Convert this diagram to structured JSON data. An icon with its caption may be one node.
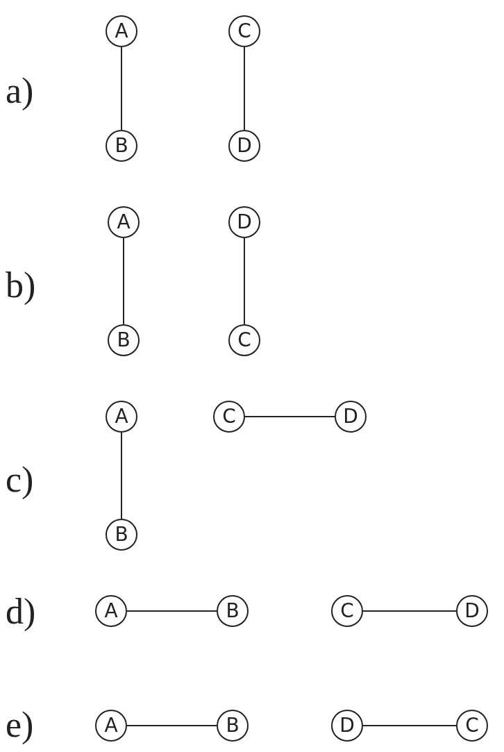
{
  "diagram": {
    "nodes": [
      {
        "text": [
          "A"
        ]
      },
      {
        "text": [
          "C"
        ]
      },
      {
        "text": [
          "B"
        ]
      },
      {
        "text": [
          "D"
        ]
      },
      {
        "text": [
          "A"
        ]
      },
      {
        "text": [
          "D"
        ]
      },
      {
        "text": [
          "B"
        ]
      },
      {
        "text": [
          "C"
        ]
      },
      {
        "text": [
          "A"
        ]
      },
      {
        "text": [
          "C"
        ]
      },
      {
        "text": [
          "D"
        ]
      },
      {
        "text": [
          "B"
        ]
      },
      {
        "text": [
          "A"
        ]
      },
      {
        "text": [
          "B"
        ]
      },
      {
        "text": [
          "C"
        ]
      },
      {
        "text": [
          "D"
        ]
      },
      {
        "text": [
          "A"
        ]
      },
      {
        "text": [
          "B"
        ]
      },
      {
        "text": [
          "D"
        ]
      },
      {
        "text": [
          "C"
        ]
      }
    ],
    "edges": [
      {
        "from": 0,
        "to": 2,
        "arrow": "none"
      },
      {
        "from": 1,
        "to": 3,
        "arrow": "none"
      },
      {
        "from": 4,
        "to": 6,
        "arrow": "none"
      },
      {
        "from": 5,
        "to": 7,
        "arrow": "none"
      },
      {
        "from": 8,
        "to": 11,
        "arrow": "none"
      },
      {
        "from": 9,
        "to": 10,
        "arrow": "none"
      },
      {
        "from": 12,
        "to": 13,
        "arrow": "none"
      },
      {
        "from": 14,
        "to": 15,
        "arrow": "none"
      },
      {
        "from": 16,
        "to": 17,
        "arrow": "none"
      },
      {
        "from": 18,
        "to": 19,
        "arrow": "none"
      }
    ],
    "labels": [
      "a)",
      "b)",
      "c)",
      "d)",
      "e)"
    ]
  }
}
